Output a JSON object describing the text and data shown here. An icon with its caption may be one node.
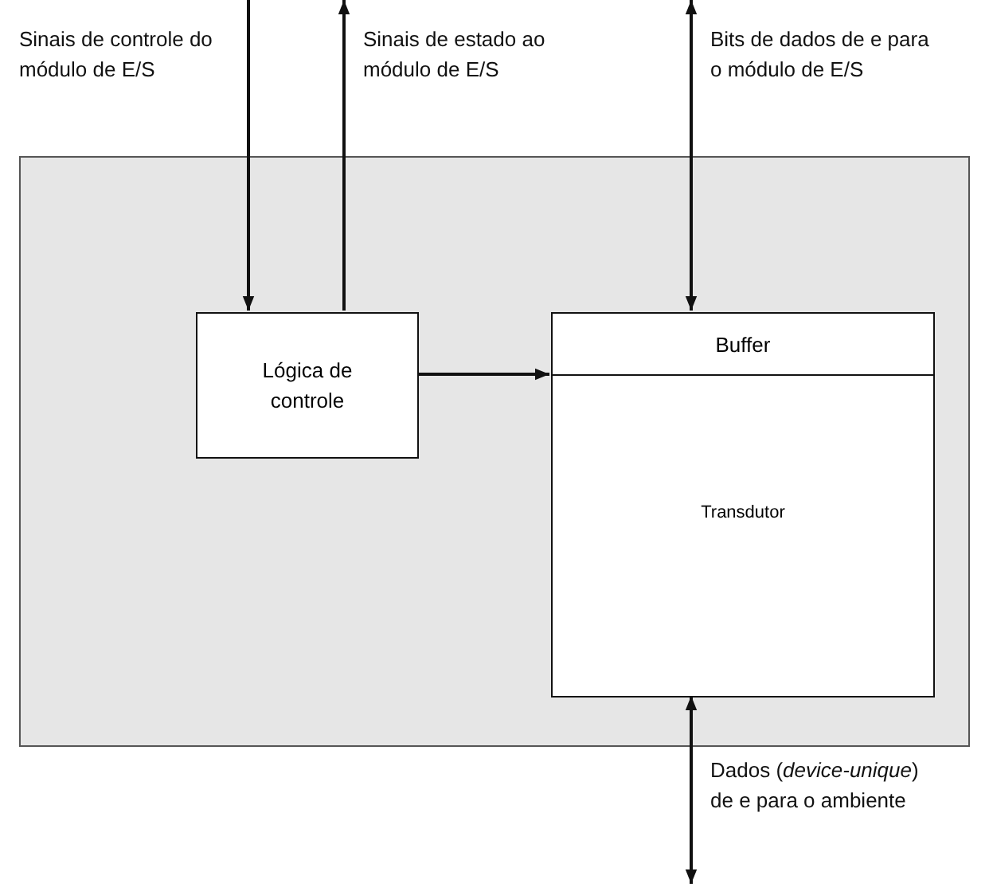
{
  "diagram": {
    "nodes": [
      {
        "text": [],
        "shape": "box"
      },
      {
        "text": [
          "Lógica de controle"
        ],
        "in": 0
      },
      {
        "text": [
          "Buffer"
        ],
        "in": 0
      },
      {
        "text": [
          "Transdutor"
        ],
        "in": 0
      }
    ],
    "edges": [
      {
        "from": null,
        "to": 1,
        "arrow": "to"
      },
      {
        "from": 1,
        "to": null,
        "arrow": "to"
      },
      {
        "from": null,
        "to": 2,
        "arrow": "both"
      },
      {
        "from": 1,
        "to": 2,
        "arrow": "to"
      },
      {
        "from": 3,
        "to": null,
        "arrow": "both"
      }
    ],
    "labels": [
      "Sinais de controle do módulo de E/S",
      "Sinais de estado ao módulo de E/S",
      "Bits de dados de e para o módulo de E/S",
      "Dados (*device-unique*) de e para o ambiente"
    ]
  }
}
